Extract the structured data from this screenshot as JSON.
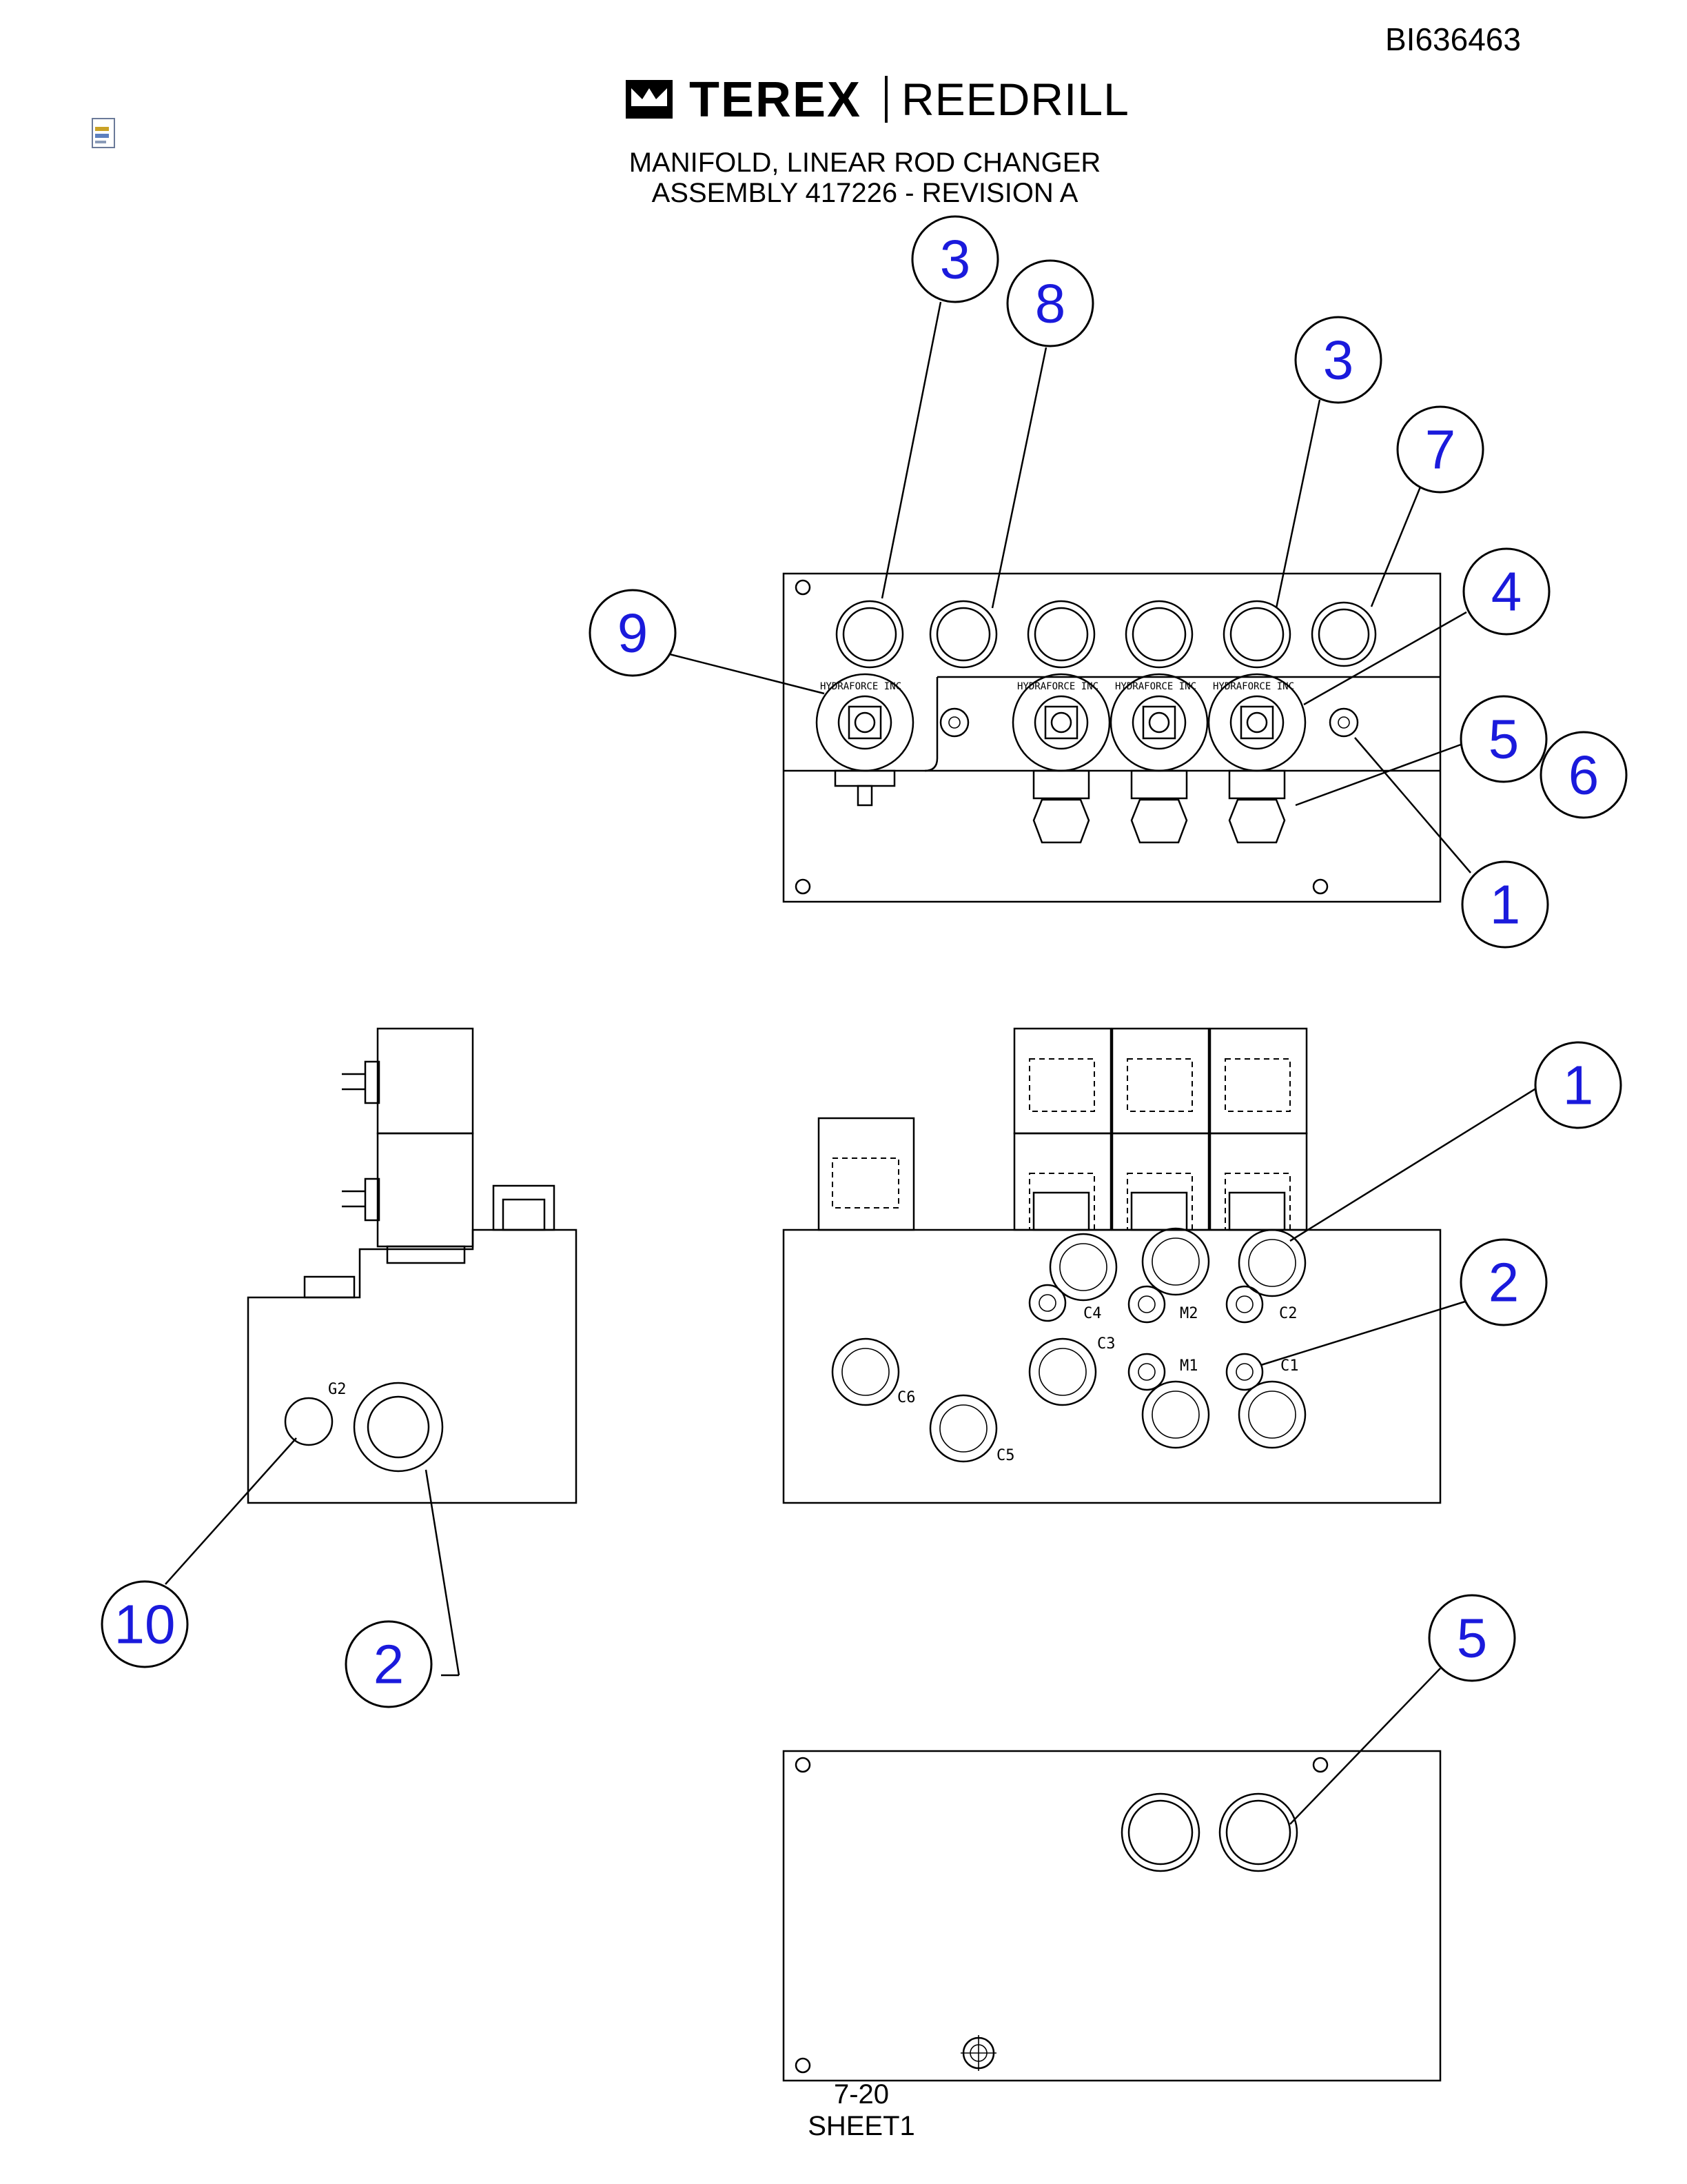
{
  "header": {
    "doc_id": "BI636463",
    "brand_primary": "TEREX",
    "brand_secondary": "REEDRILL",
    "title_line1": "MANIFOLD, LINEAR ROD CHANGER",
    "title_line2": "ASSEMBLY 417226 - REVISION A"
  },
  "footer": {
    "page_number": "7-20",
    "sheet": "SHEET1"
  },
  "callouts": {
    "top_view": [
      "3",
      "8",
      "3",
      "7",
      "9",
      "4",
      "5",
      "6",
      "1"
    ],
    "front_view": [
      "1",
      "2"
    ],
    "side_view": [
      "10",
      "2"
    ],
    "bottom_view": [
      "5"
    ]
  },
  "port_labels": {
    "front_view": [
      "C4",
      "M2",
      "C2",
      "C3",
      "M1",
      "C1",
      "C6",
      "C5"
    ],
    "side_view": [
      "G2"
    ]
  },
  "valve_marking": "HYDRAFORCE INC",
  "colors": {
    "callout_text": "#1a1adc",
    "line": "#000000",
    "background": "#ffffff"
  },
  "icons": {
    "document": "document-icon",
    "logo_emblem": "terex-emblem-icon"
  }
}
